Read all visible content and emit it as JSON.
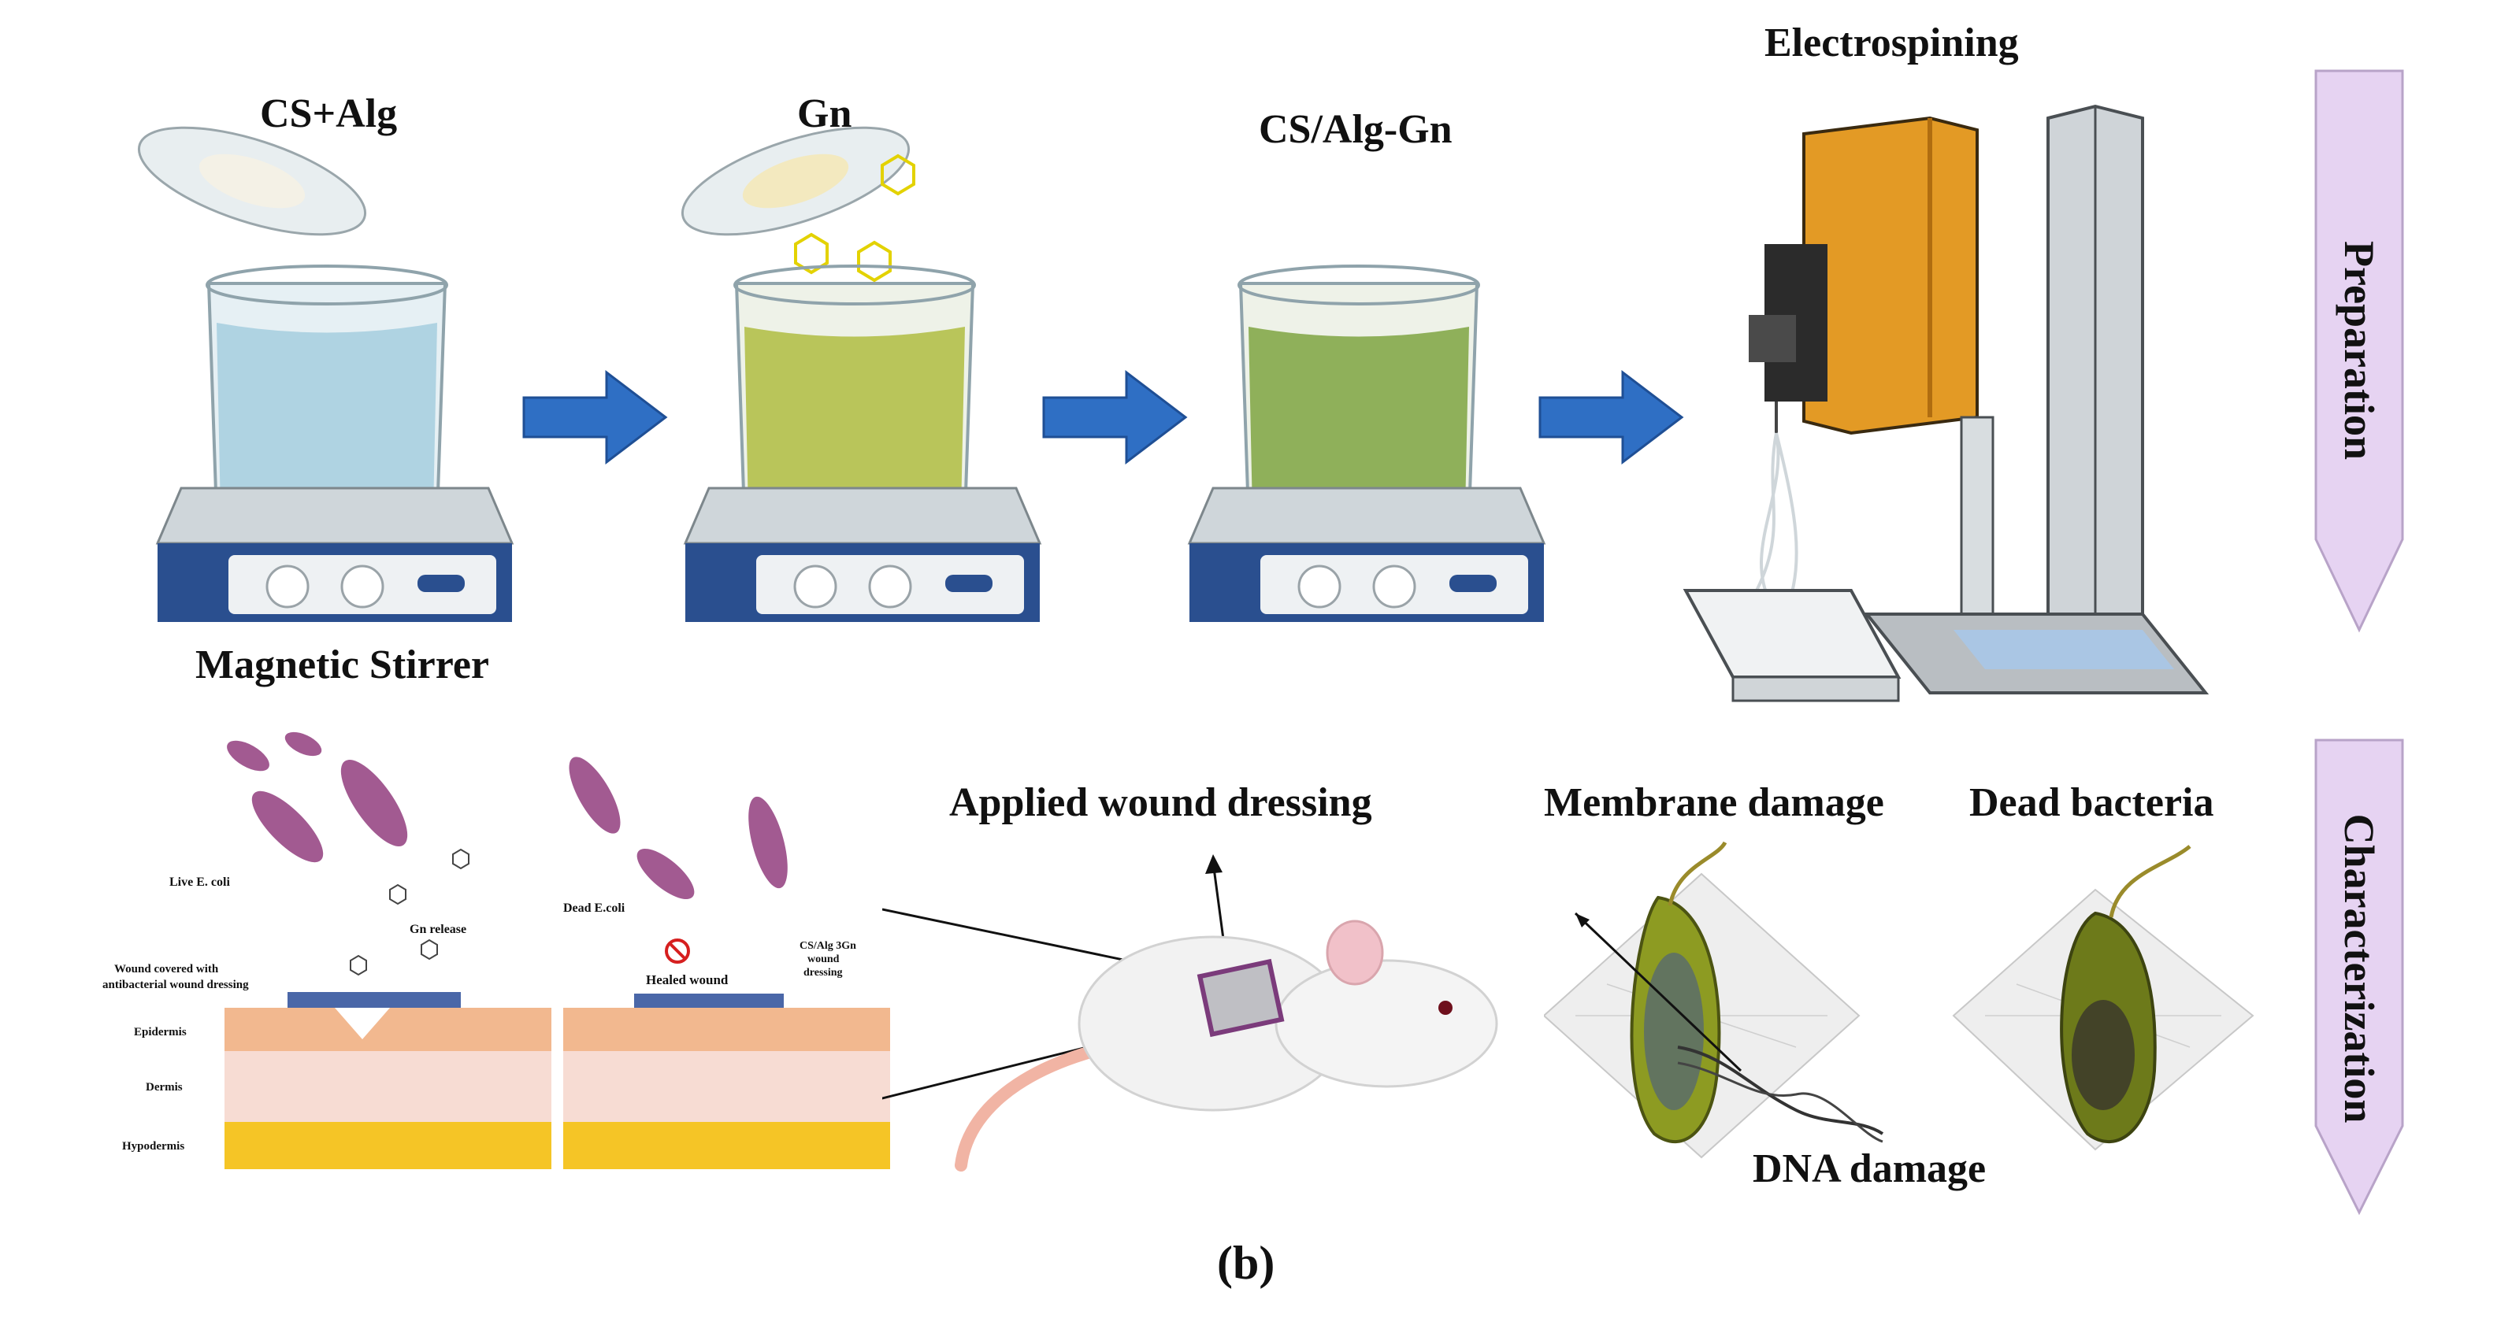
{
  "caption": "(b)",
  "preparation": {
    "side_label": "Preparation",
    "steps": [
      {
        "label": "CS+Alg",
        "sublabel": "Magnetic Stirrer",
        "liquid_color": "#a9cfe0"
      },
      {
        "label": "Gn",
        "liquid_color": "#b9c55a"
      },
      {
        "label": "CS/Alg-Gn",
        "liquid_color": "#8fb05a"
      },
      {
        "label": "Electrospining"
      }
    ]
  },
  "characterization": {
    "side_label": "Characterization",
    "left_panel": {
      "live_label": "Live E. coli",
      "release_label": "Gn release",
      "covered_label": "Wound covered with antibacterial wound dressing",
      "layers": [
        "Epidermis",
        "Dermis",
        "Hypodermis"
      ]
    },
    "middle_panel": {
      "dead_label": "Dead E.coli",
      "healed_label": "Healed wound",
      "dressing_label": "CS/Alg 3Gn wound dressing"
    },
    "mouse_label": "Applied wound dressing",
    "membrane_label": "Membrane damage",
    "dead_label": "Dead bacteria",
    "dna_label": "DNA damage"
  },
  "colors": {
    "arrow_blue": "#2f6fc4",
    "side_bar": "#e6d3f2",
    "stirrer_blue": "#2a4f8f",
    "orange_box": "#e39a25",
    "skin": "#f2b88f",
    "hypodermis": "#f5c526",
    "bacteria": "#a25a91"
  }
}
